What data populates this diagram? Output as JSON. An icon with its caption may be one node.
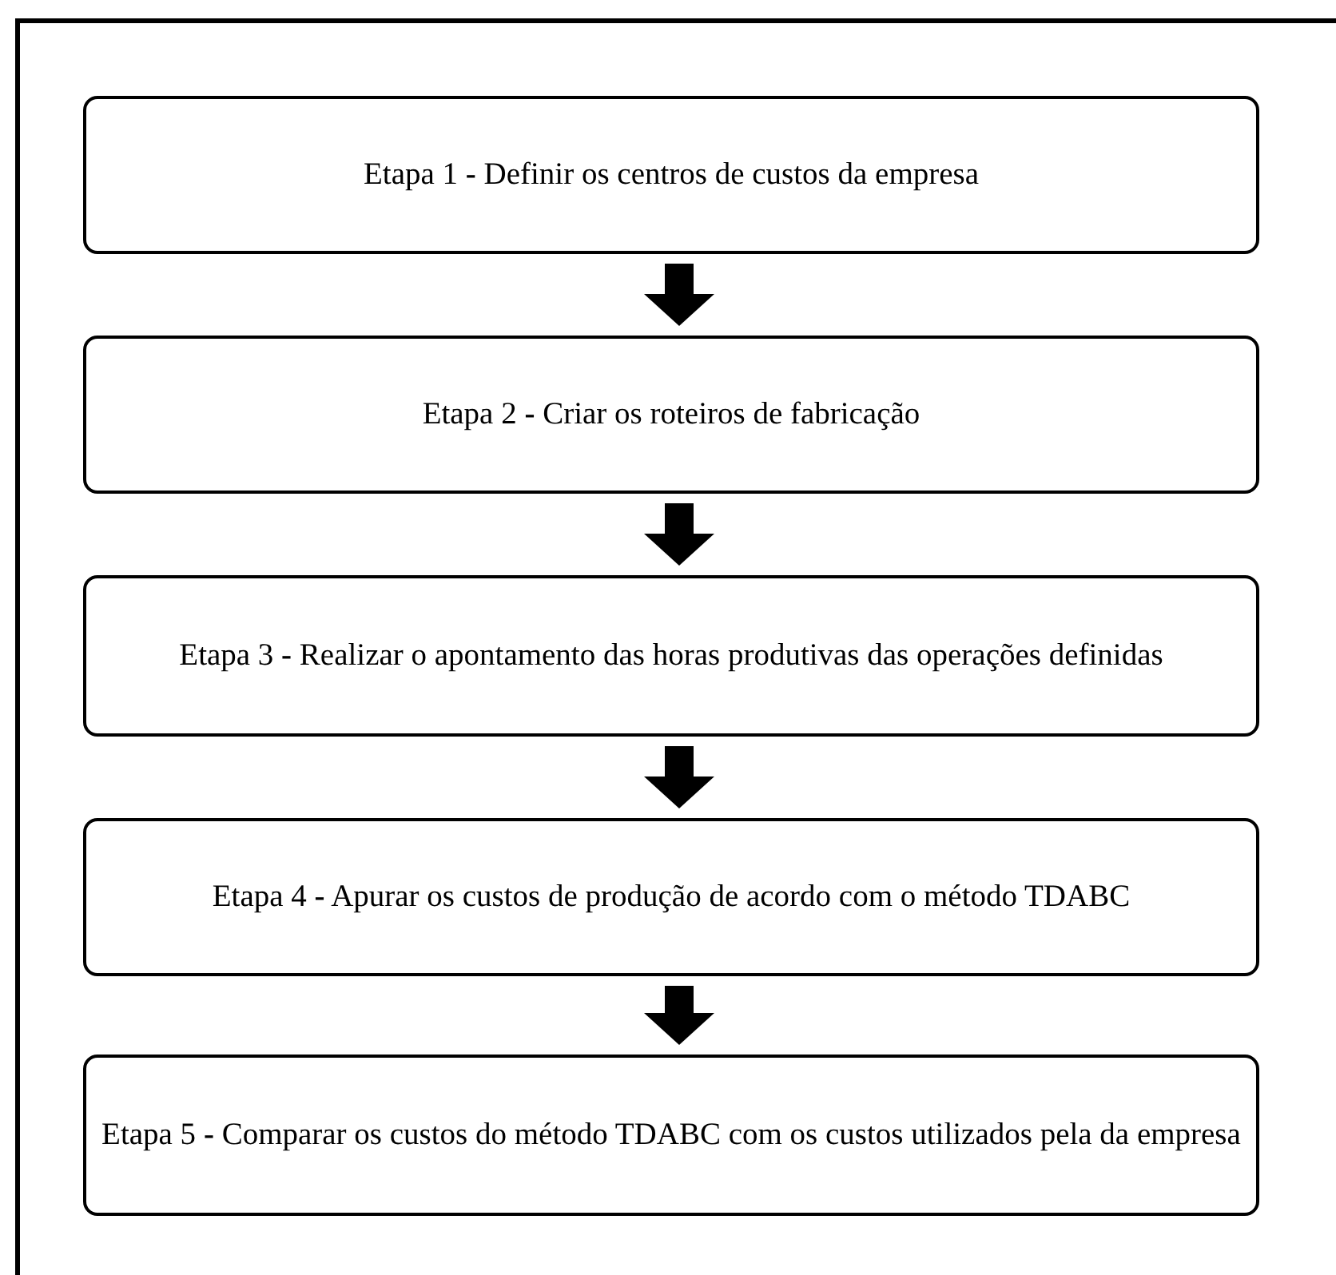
{
  "diagram": {
    "nodes": [
      {
        "text": [
          "Etapa 1 **-** Definir os centros de custos da empresa"
        ]
      },
      {
        "text": [
          "Etapa 2 **-** Criar os roteiros de fabricação"
        ]
      },
      {
        "text": [
          "Etapa 3 **-** Realizar o apontamento das horas produtivas das operações definidas"
        ]
      },
      {
        "text": [
          "Etapa 4 **-** Apurar os custos de produção de acordo com o método TDABC"
        ]
      },
      {
        "text": [
          "Etapa 5 **-** Comparar os custos do método TDABC com os custos utilizados pela da empresa"
        ]
      }
    ],
    "edges": [
      {
        "from": 0,
        "to": 1,
        "arrow": "to"
      },
      {
        "from": 1,
        "to": 2,
        "arrow": "to"
      },
      {
        "from": 2,
        "to": 3,
        "arrow": "to"
      },
      {
        "from": 3,
        "to": 4,
        "arrow": "to"
      }
    ]
  }
}
